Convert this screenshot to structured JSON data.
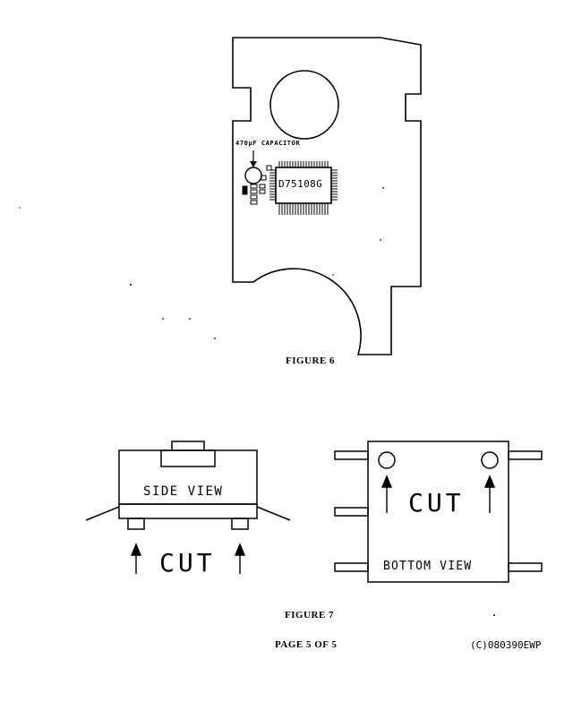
{
  "figure6": {
    "capacitor_label": "470µF CAPACITOR",
    "chip_label": "D75108G",
    "caption": "FIGURE 6"
  },
  "figure7": {
    "side_view_label": "SIDE VIEW",
    "side_cut_label": "CUT",
    "bottom_cut_label": "CUT",
    "bottom_view_label": "BOTTOM VIEW",
    "caption": "FIGURE 7"
  },
  "footer": {
    "page": "PAGE 5 OF 5",
    "copyright": "(C)080390EWP"
  }
}
